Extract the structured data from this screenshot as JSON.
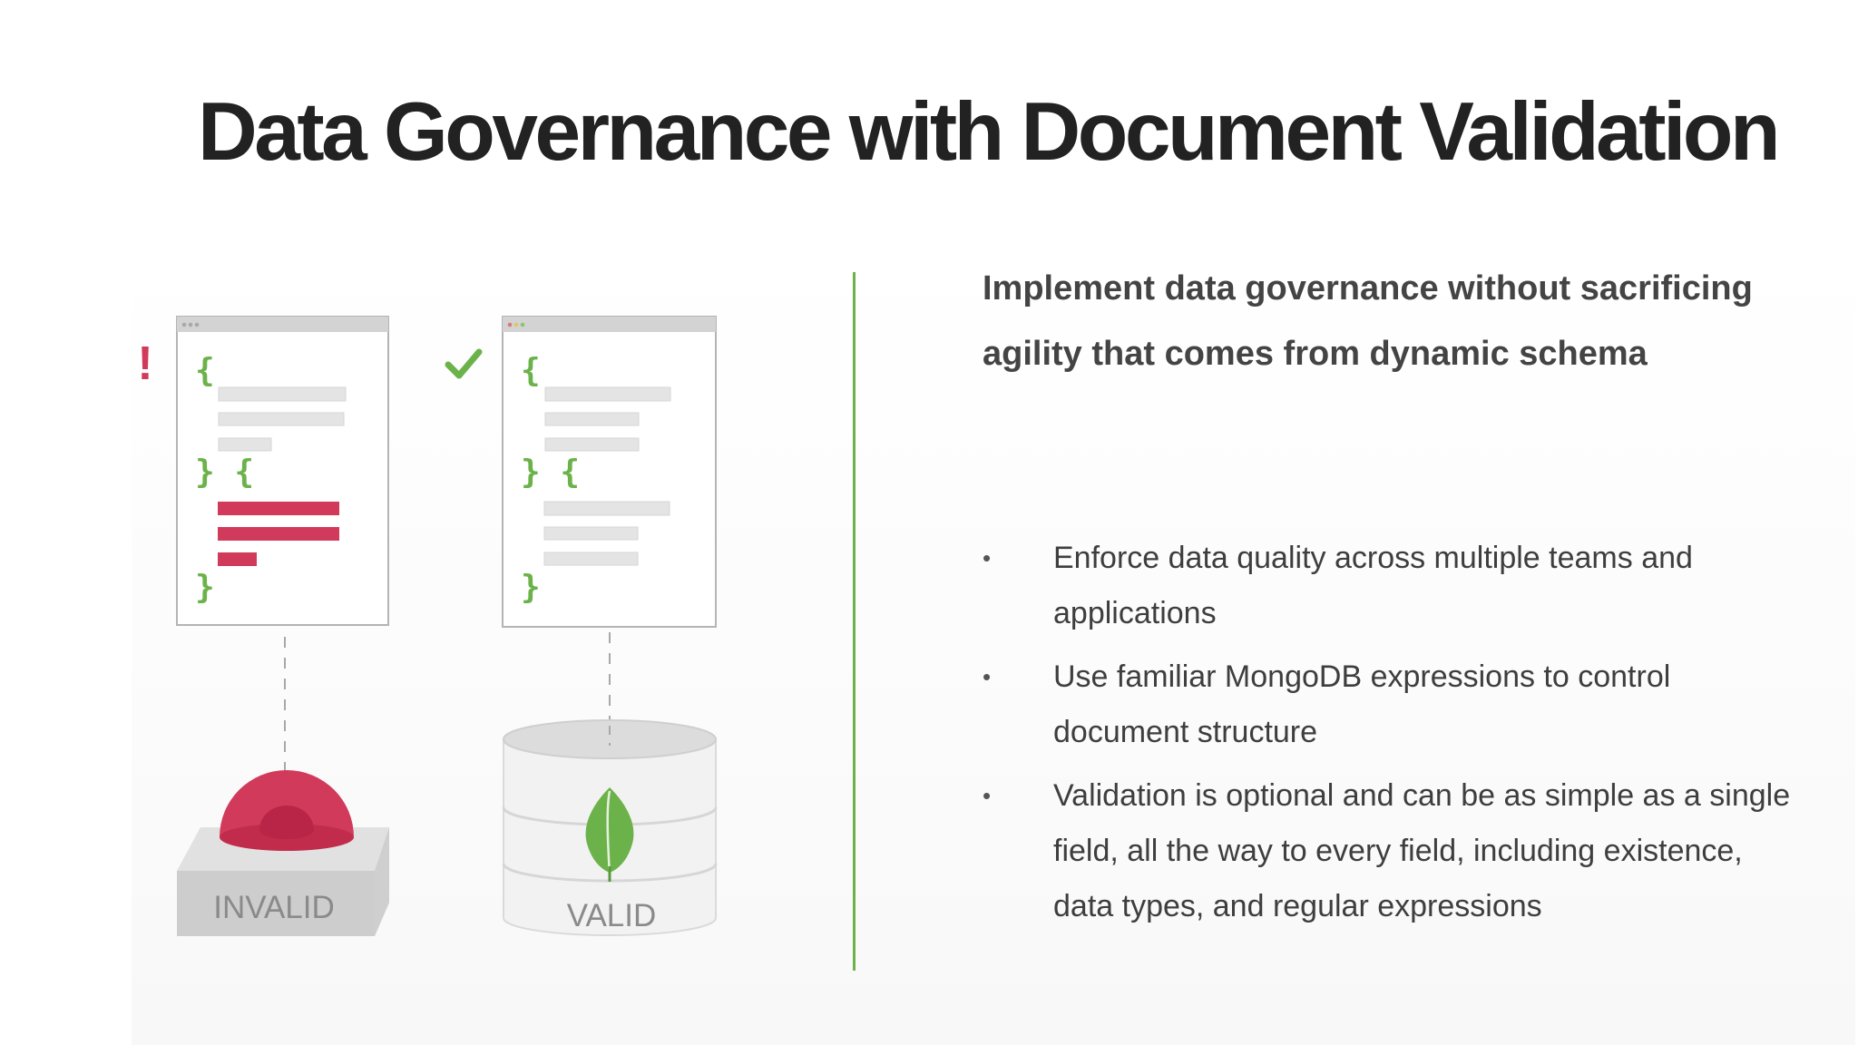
{
  "slide": {
    "title": "Data Governance with Document Validation",
    "subtitle": "Implement data governance without sacrificing agility that comes from dynamic schema",
    "bullets": [
      "Enforce data quality across multiple teams and applications",
      "Use familiar MongoDB expressions to control document structure",
      "Validation is optional and can be as simple as a single field, all the way to every field, including existence, data types, and regular expressions"
    ],
    "bullet_marker": "•"
  },
  "illustration": {
    "invalid_label": "INVALID",
    "valid_label": "VALID",
    "warning_mark": "!",
    "check_mark": "✓",
    "open_brace": "{",
    "close_open_brace": "} {",
    "close_brace": "}",
    "icons": {
      "warning": "exclamation-icon",
      "valid": "checkmark-icon",
      "reject": "red-reject-button-icon",
      "database": "database-icon",
      "leaf": "mongodb-leaf-icon"
    },
    "colors": {
      "accent_green": "#6cb24a",
      "invalid_red": "#d13a5a",
      "line_gray": "#e3e3e3",
      "divider_green": "#6cb24a"
    }
  }
}
